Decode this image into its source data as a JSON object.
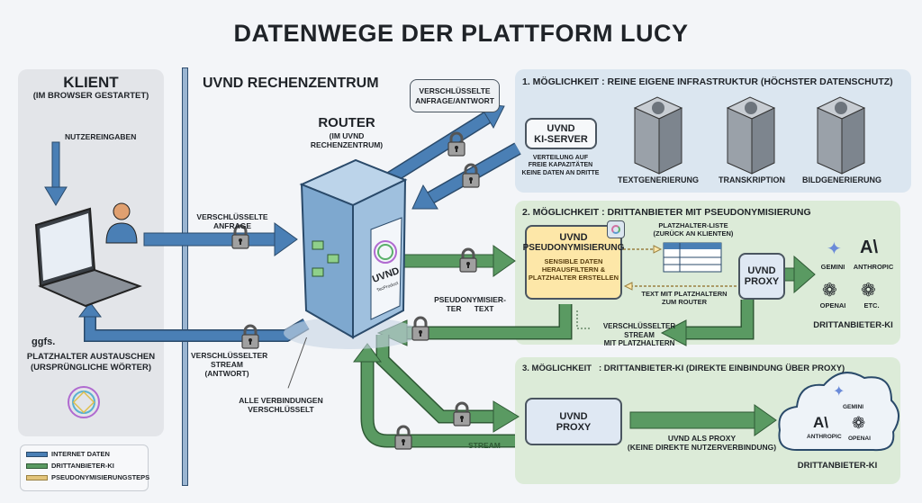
{
  "title": "DATENWEGE DER PLATTFORM LUCY",
  "client": {
    "heading": "KLIENT",
    "subheading": "(IM BROWSER GESTARTET)",
    "input_label": "NUTZEREINGABEN",
    "note_prefix": "ggfs.",
    "note_line1": "PLATZHALTER AUSTAUSCHEN",
    "note_line2": "(URSPRÜNGLICHE WÖRTER)"
  },
  "datacenter": {
    "heading": "UVND RECHENZENTRUM",
    "router_title": "ROUTER",
    "router_subtitle": "(IM UVND RECHENZENTRUM)",
    "router_logo": "UVND",
    "router_logo_sub": "TecProduct",
    "request_label_1": "VERSCHLÜSSELTE",
    "request_label_2": "ANFRAGE",
    "response_label_1": "VERSCHLÜSSELTER",
    "response_label_2": "STREAM",
    "response_label_3": "(ANTWORT)",
    "all_encrypted_1": "ALLE VERBINDUNGEN",
    "all_encrypted_2": "VERSCHLÜSSELT",
    "pseudo_text_1": "PSEUDONYMISIER-",
    "pseudo_text_2": "TER",
    "pseudo_text_3": "TEXT",
    "stream_label": "STREAM",
    "enc_box_1": "VERSCHLÜSSELTE",
    "enc_box_2": "ANFRAGE/ANTWORT"
  },
  "option1": {
    "heading": "1. MÖGLICHKEIT : REINE EIGENE INFRASTRUKTUR (HÖCHSTER DATENSCHUTZ)",
    "server_box_1": "UVND",
    "server_box_2": "KI-SERVER",
    "note_1": "VERTEILUNG AUF",
    "note_2": "FREIE KAPAZITÄTEN",
    "note_3": "KEINE DATEN AN DRITTE",
    "servers": [
      "TEXTGENERIERUNG",
      "TRANSKRIPTION",
      "BILDGENERIERUNG"
    ]
  },
  "option2": {
    "heading": "2. MÖGLICHKEIT : DRITTANBIETER MIT PSEUDONYMISIERUNG",
    "pseudo_title_1": "UVND",
    "pseudo_title_2": "PSEUDONYMISIERUNG",
    "pseudo_desc_1": "SENSIBLE DATEN",
    "pseudo_desc_2": "HERAUSFILTERN &",
    "pseudo_desc_3": "PLATZHALTER ERSTELLEN",
    "list_label_1": "PLATZHALTER-LISTE",
    "list_label_2": "(ZURÜCK AN KLIENTEN)",
    "text_label_1": "TEXT MIT PLATZHALTERN",
    "text_label_2": "ZUM ROUTER",
    "proxy_1": "UVND",
    "proxy_2": "PROXY",
    "stream_1": "VERSCHLÜSSELTER STREAM",
    "stream_2": "MIT PLATZHALTERN",
    "providers": [
      "GEMINI",
      "ANTHROPIC",
      "OPENAI",
      "ETC."
    ],
    "providers_label": "DRITTANBIETER-KI"
  },
  "option3": {
    "heading": "3. MÖGLICHKEIT   : DRITTANBIETER-KI (DIREKTE EINBINDUNG ÜBER PROXY)",
    "proxy_1": "UVND",
    "proxy_2": "PROXY",
    "arrow_1": "UVND ALS PROXY",
    "arrow_2": "(KEINE DIREKTE NUTZERVERBINDUNG)",
    "providers": [
      "GEMINI",
      "ANTHROPIC",
      "OPENAI"
    ],
    "providers_label": "DRITTANBIETER-KI"
  },
  "legend": [
    {
      "label": "INTERNET DATEN",
      "color": "#4a7fb5"
    },
    {
      "label": "DRITTANBIETER-KI",
      "color": "#5a9a62"
    },
    {
      "label": "PSEUDONYMISIERUNGSTEPS",
      "color": "#e2c47a"
    }
  ],
  "colors": {
    "blue": "#4a7fb5",
    "green": "#5a9a62",
    "yellow": "#fde7a8",
    "panel_blue": "#dbe6f0",
    "panel_green": "#dcebd8"
  }
}
